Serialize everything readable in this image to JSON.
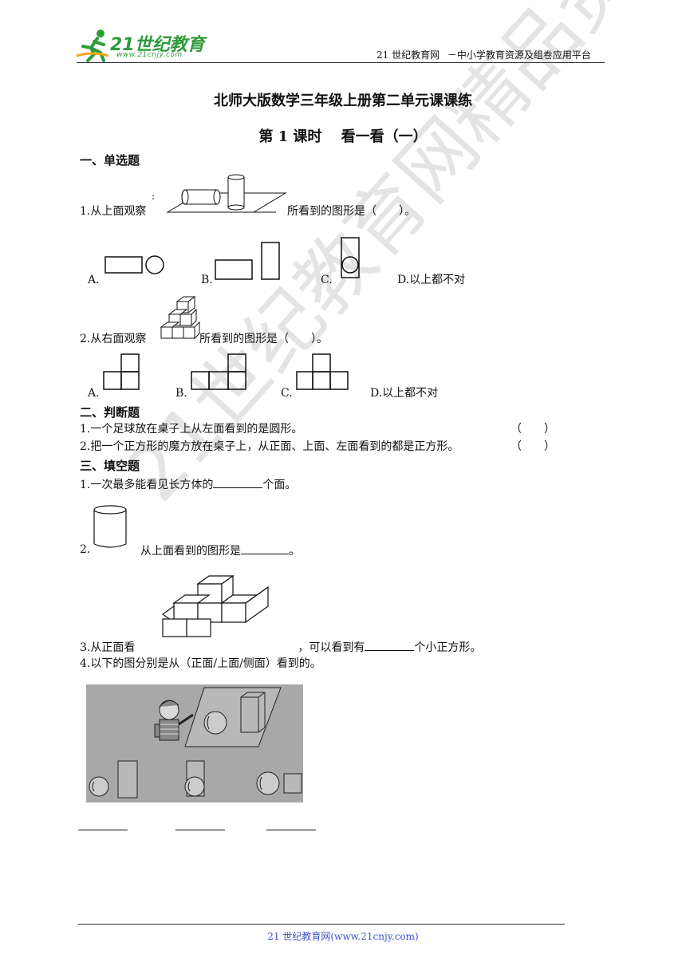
{
  "header": {
    "logo_text": "21世纪教育",
    "logo_url": "www.21cnjy.com",
    "site": "21 世纪教育网",
    "tagline": "－中小学教育资源及组卷应用平台"
  },
  "title": "北师大版数学三年级上册第二单元课课练",
  "subtitle": "第 1 课时　 看一看（一）",
  "watermark": "21世纪教育网精品资料",
  "section1": {
    "heading": "一、单选题",
    "q1": {
      "stem_a": "1.从上面观察",
      "stem_b": "所看到的图形是（　　）。",
      "options": [
        "A.",
        "B.",
        "C.",
        "D.以上都不对"
      ]
    },
    "q2": {
      "stem_a": "2.从右面观察",
      "stem_b": "所看到的图形是（　　）。",
      "options": [
        "A.",
        "B.",
        "C.",
        "D.以上都不对"
      ]
    }
  },
  "section2": {
    "heading": "二、判断题",
    "items": [
      {
        "text": "1.一个足球放在桌子上从左面看到的是圆形。",
        "paren": "（　　）"
      },
      {
        "text": "2.把一个正方形的魔方放在桌子上，从正面、上面、左面看到的都是正方形。",
        "paren": "（　　）"
      }
    ]
  },
  "section3": {
    "heading": "三、填空题",
    "q1": {
      "a": "1.一次最多能看见长方体的",
      "b": "个面。"
    },
    "q2": {
      "num": "2.",
      "a": "从上面看到的图形是",
      "b": "。"
    },
    "q3": {
      "a": "3.从正面看",
      "b": "，可以看到有",
      "c": "个小正方形。"
    },
    "q4": {
      "text": "4.以下的图分别是从（正面/上面/侧面）看到的。"
    }
  },
  "footer": {
    "text": "21 世纪教育网(www.21cnjy.com)"
  },
  "colors": {
    "logo_green": "#2e9b3a",
    "footer_blue": "#3b55c9",
    "watermark": "#d9d9d9",
    "photo_bg": "#a8a8a8"
  }
}
